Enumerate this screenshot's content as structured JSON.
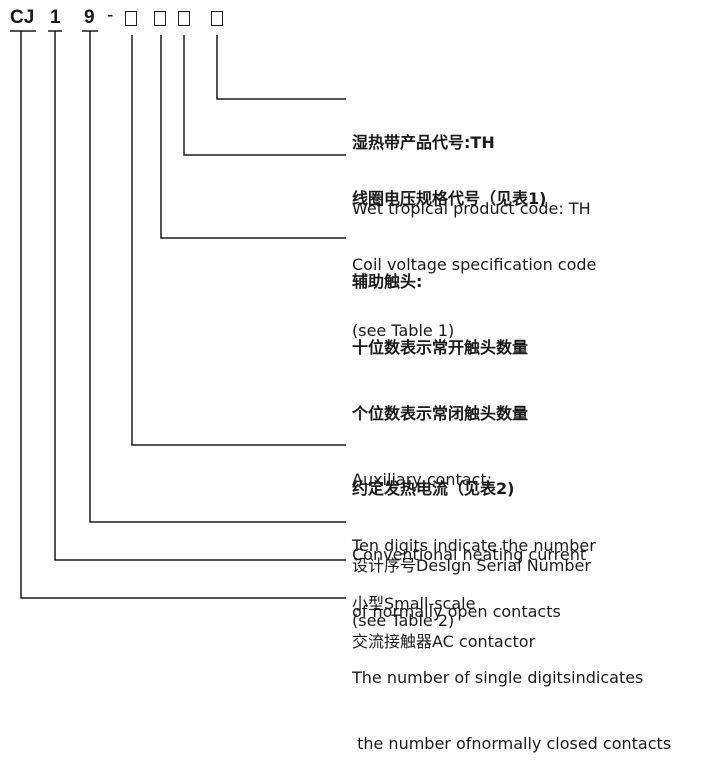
{
  "model_code": {
    "prefix": "CJ",
    "digit1": "1",
    "digit2": "9",
    "dash": "-"
  },
  "labels": {
    "wet_tropical": [
      "湿热带产品代号:TH",
      "Wet tropical product code: TH"
    ],
    "coil_voltage": [
      "线圈电压规格代号（见表1)",
      "Coil voltage specification code",
      "(see Table 1)"
    ],
    "auxiliary": [
      "辅助触头:",
      "十位数表示常开触头数量",
      "个位数表示常闭触头数量",
      "Auxiliary contact:",
      "Ten digits indicate the number",
      "of normally open contacts",
      "The number of single digitsindicates",
      " the number ofnormally closed contacts"
    ],
    "heating_current": [
      "约定发热电流（见表2)",
      "Conventional heating current",
      "(see Table 2)"
    ],
    "design_serial": [
      "设计序号Deslgn Serial Number"
    ],
    "small_scale": [
      "小型Small-scale"
    ],
    "ac_contactor": [
      "交流接触器AC contactor"
    ]
  }
}
